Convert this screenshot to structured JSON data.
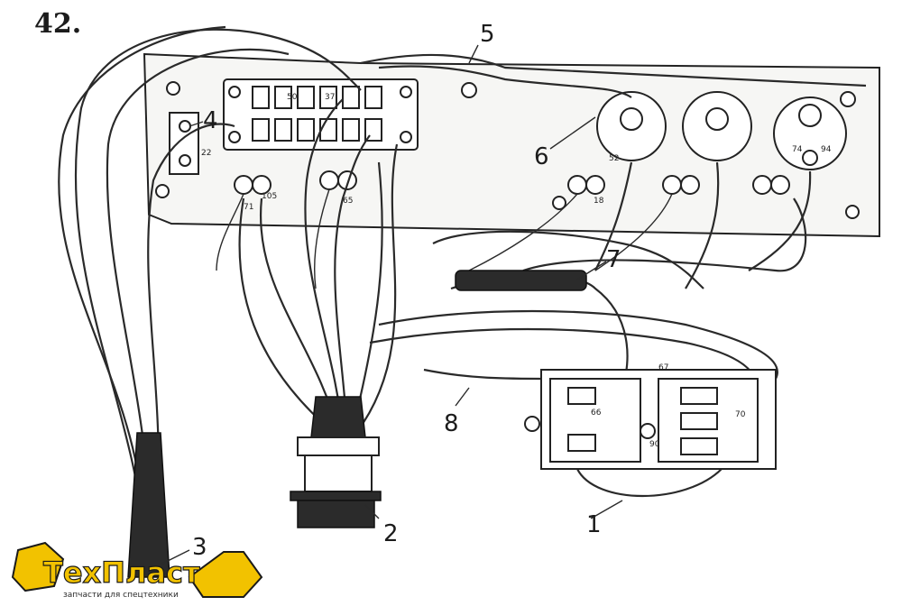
{
  "figure": {
    "number": "42."
  },
  "callouts": [
    {
      "id": "1",
      "label": "1"
    },
    {
      "id": "2",
      "label": "2"
    },
    {
      "id": "3",
      "label": "3"
    },
    {
      "id": "4",
      "label": "4"
    },
    {
      "id": "5",
      "label": "5"
    },
    {
      "id": "6",
      "label": "6"
    },
    {
      "id": "7",
      "label": "7"
    },
    {
      "id": "8",
      "label": "8"
    }
  ],
  "terminal_tags": [
    "22",
    "71",
    "105",
    "65",
    "50",
    "37",
    "52",
    "70",
    "66",
    "67",
    "90",
    "74",
    "94",
    "18"
  ],
  "watermark": {
    "brand": "ТехПласт",
    "tagline": "запчасти для спецтехники",
    "colors": {
      "accent": "#f2c200",
      "outline": "#1a1a1a"
    }
  }
}
